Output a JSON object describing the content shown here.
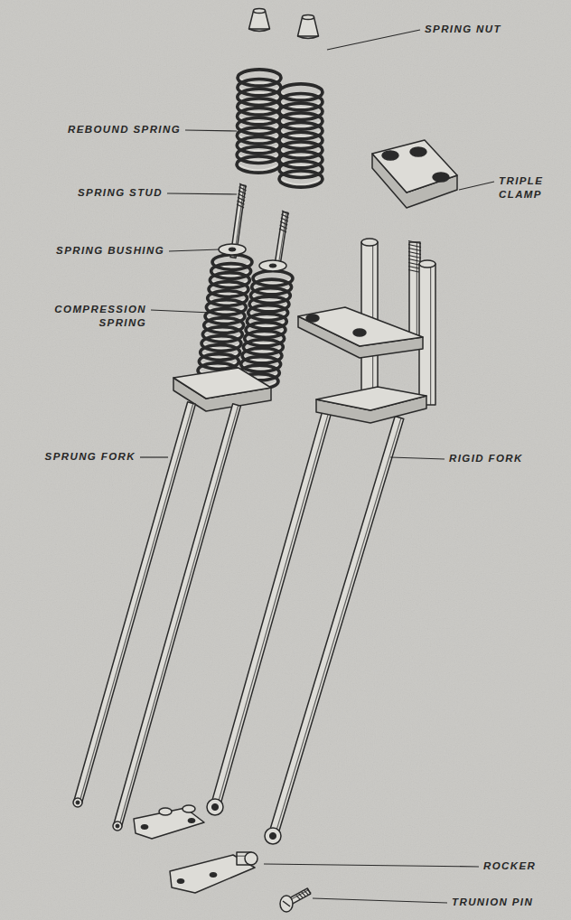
{
  "diagram": {
    "labels": [
      "SPRING NUT",
      "REBOUND SPRING",
      "TRIPLE CLAMP",
      "SPRING STUD",
      "SPRING BUSHING",
      "COMPRESSION SPRING",
      "SPRUNG FORK",
      "RIGID FORK",
      "ROCKER",
      "TRUNION PIN"
    ]
  }
}
